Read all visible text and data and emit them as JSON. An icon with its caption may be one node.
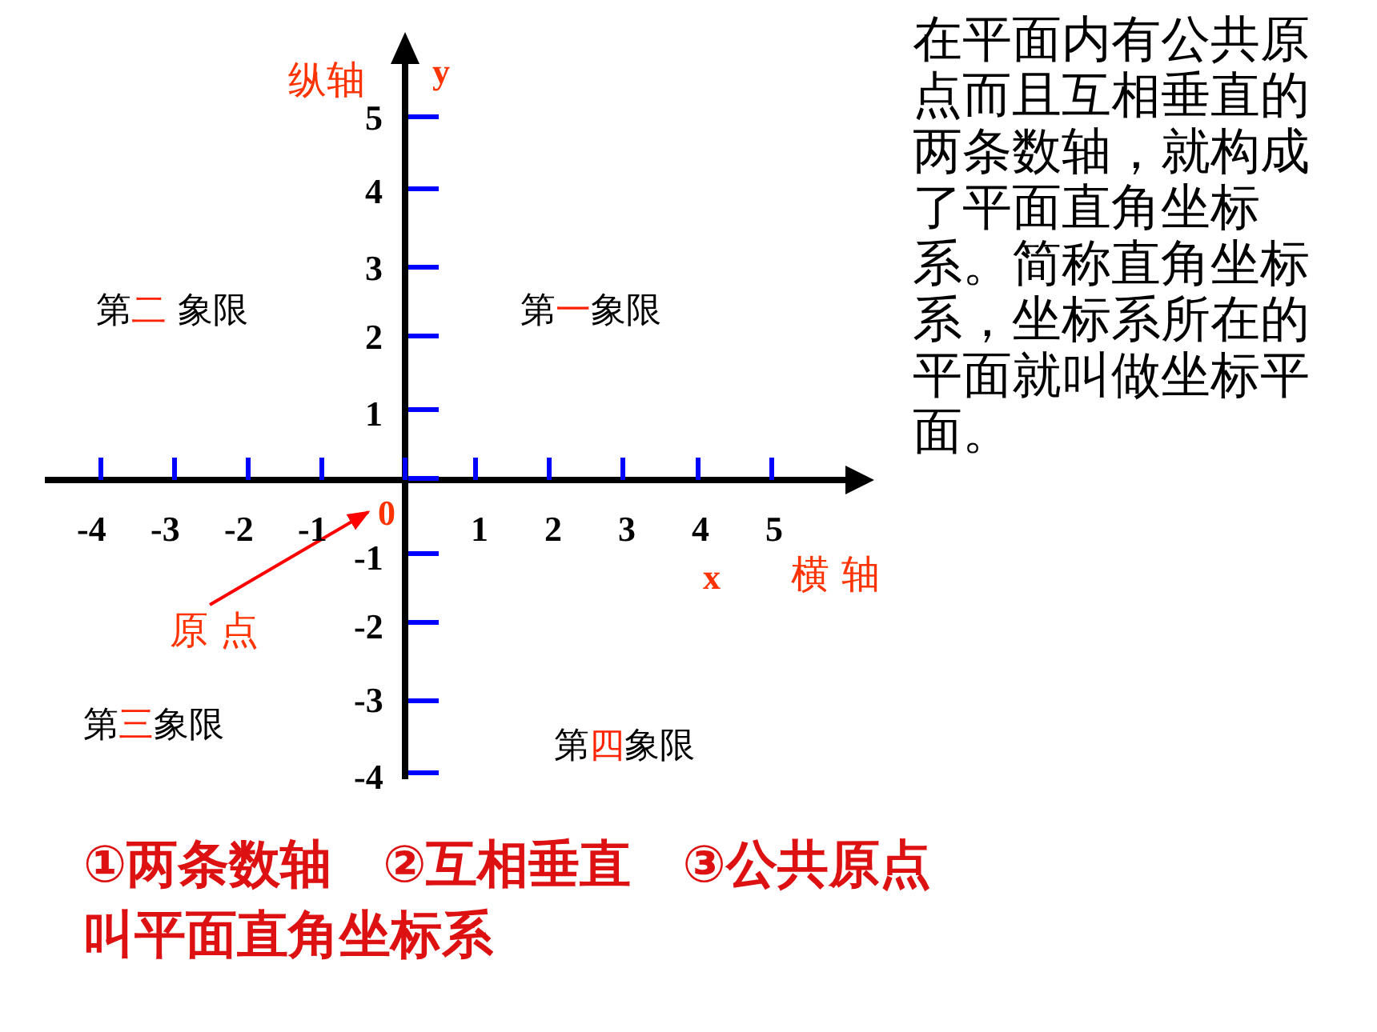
{
  "diagram": {
    "nodes": [
      {
        "text": [
          "原 点"
        ]
      },
      {
        "text": [
          "0"
        ]
      }
    ],
    "edges": [
      {
        "from": 0,
        "to": 1,
        "arrow": "to"
      }
    ],
    "labels": [
      "纵轴",
      "y",
      "5",
      "4",
      "3",
      "2",
      "1",
      "第二 象限",
      "第一象限",
      "-4",
      "-3",
      "-2",
      "-1",
      "1",
      "2",
      "3",
      "4",
      "5",
      "-1",
      "x",
      "横 轴",
      "-2",
      "-3",
      "第三象限",
      "第四象限",
      "-4",
      "在平面内有公共原点而且互相垂直的两条数轴，就构成了平面直角坐标系。简称直角坐标系，坐标系所在的平面就叫做坐标平面。",
      "①两条数轴　②互相垂直　③公共原点",
      "叫平面直角坐标系"
    ]
  }
}
